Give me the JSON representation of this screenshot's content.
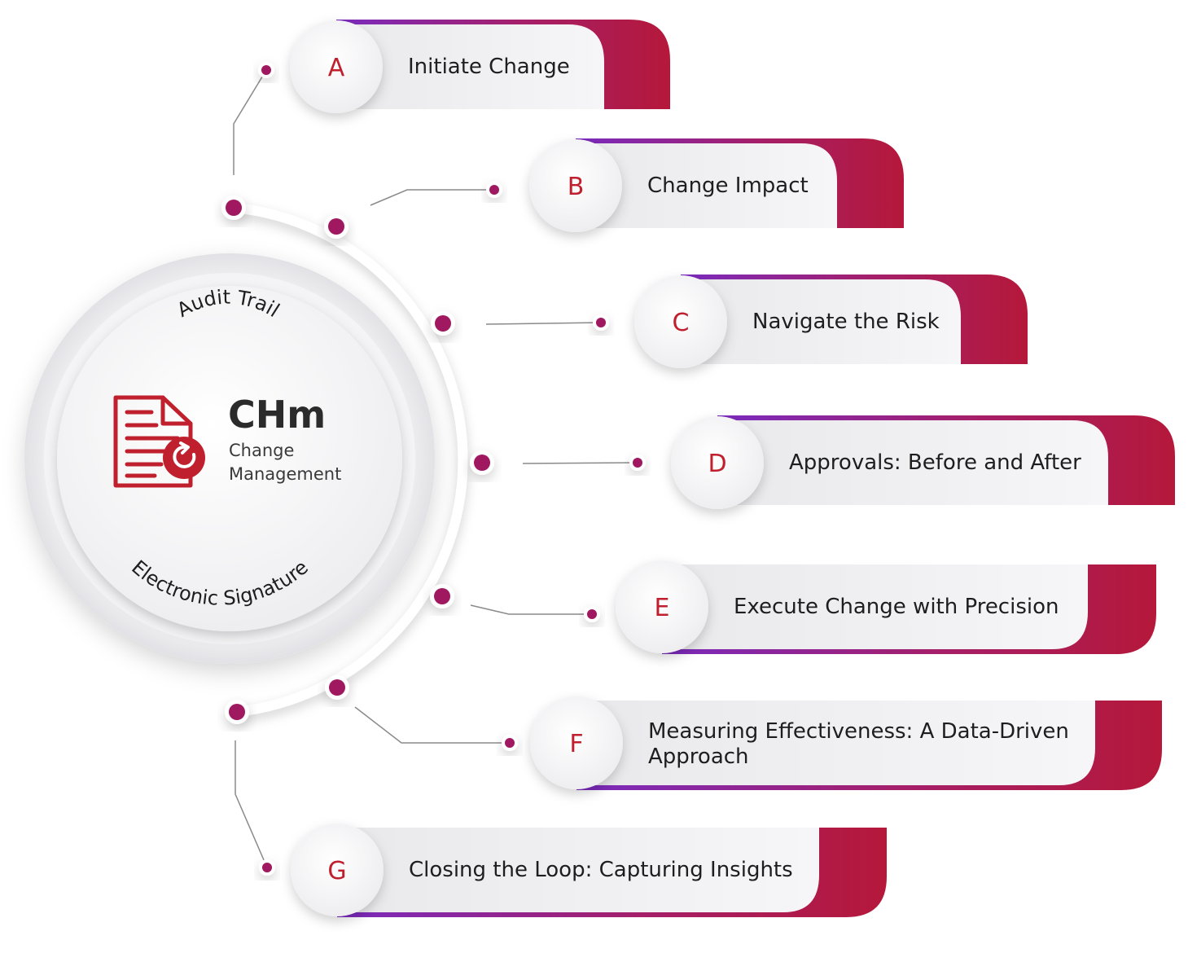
{
  "hub": {
    "brand": "CHm",
    "subtitle_line1": "Change",
    "subtitle_line2": "Management",
    "arc_top": "Audit Trail",
    "arc_bottom": "Electronic Signature",
    "icon": "document-refresh-icon"
  },
  "steps": [
    {
      "letter": "A",
      "label": "Initiate Change"
    },
    {
      "letter": "B",
      "label": "Change Impact"
    },
    {
      "letter": "C",
      "label": "Navigate the Risk"
    },
    {
      "letter": "D",
      "label": "Approvals: Before and After"
    },
    {
      "letter": "E",
      "label": "Execute Change with Precision"
    },
    {
      "letter": "F",
      "label_lines": [
        "Measuring Effectiveness: A Data-Driven",
        "Approach"
      ]
    },
    {
      "letter": "G",
      "label": "Closing the Loop: Capturing Insights"
    }
  ],
  "colors": {
    "accent_red": "#b5183a",
    "accent_purple": "#7a2bbf",
    "dot": "#a01860",
    "letter": "#c0202e"
  }
}
